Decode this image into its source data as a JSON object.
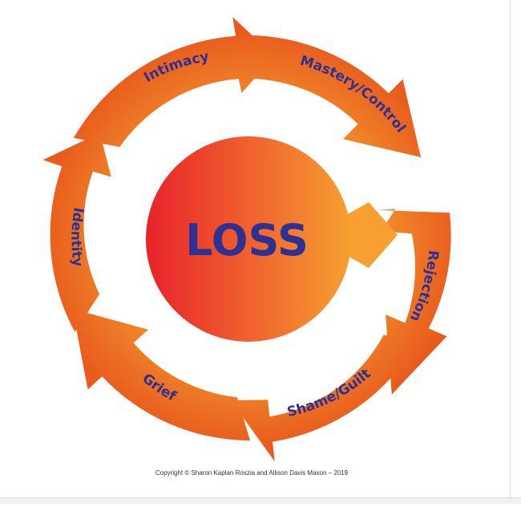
{
  "center": {
    "label": "LOSS"
  },
  "stages": [
    {
      "label": "Rejection"
    },
    {
      "label": "Shame/Guilt"
    },
    {
      "label": "Grief"
    },
    {
      "label": "Identity"
    },
    {
      "label": "Intimacy"
    },
    {
      "label": "Mastery/Control"
    }
  ],
  "copyright": "Copyright © Sharon Kaplan Roszia and Allison  Davis Maxon – 2019",
  "colors": {
    "arrow_inner": "#f59a2c",
    "arrow_outer": "#e85a1e",
    "circle_left": "#e8222b",
    "circle_right": "#f7a030",
    "label_text": "#2f3192",
    "copyright_text": "#333333"
  }
}
